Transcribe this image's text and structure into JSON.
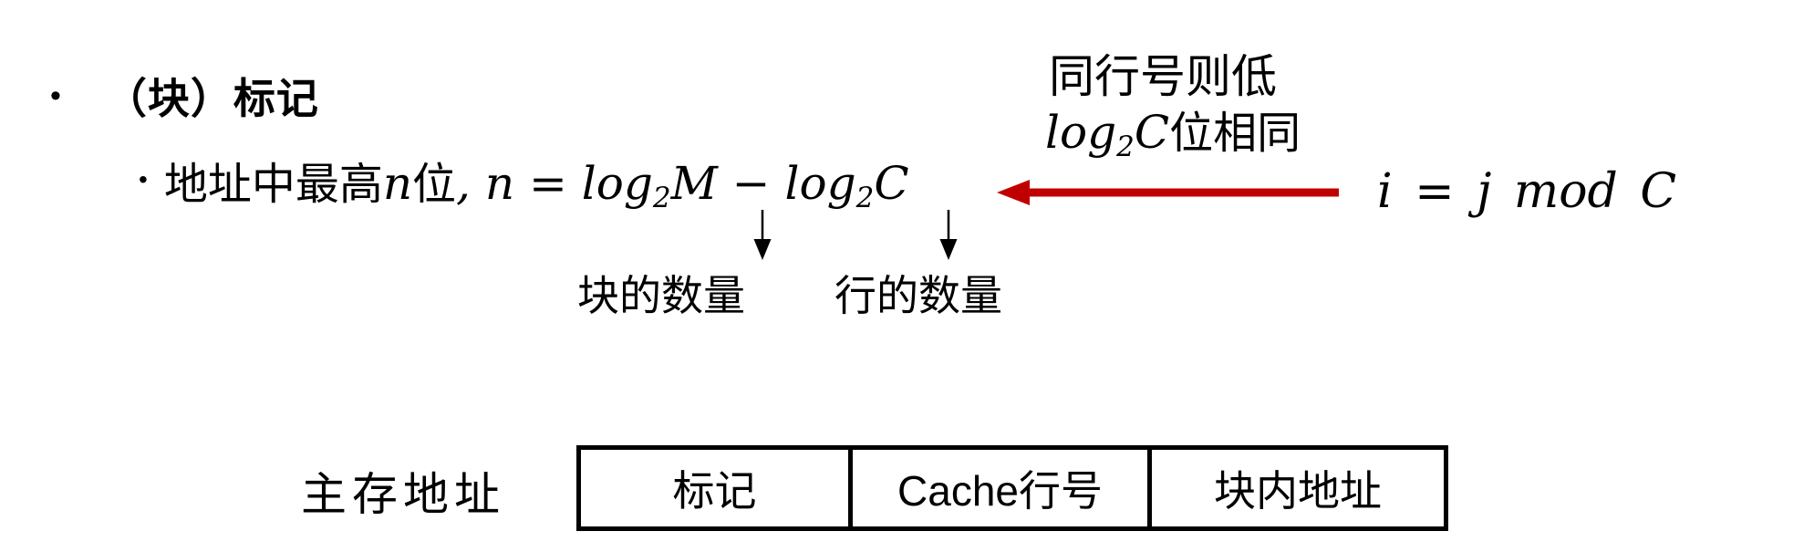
{
  "title": {
    "bullet": "•",
    "text": "（块）标记"
  },
  "formula_line": {
    "bullet": "•",
    "prefix": "地址中最高",
    "n_inline": "n",
    "wei": "位",
    "comma": ", ",
    "lhs": "n",
    "equals": " = ",
    "log1": "log",
    "sub1": "2",
    "m_var": "M",
    "minus": " − ",
    "log2": "log",
    "sub2": "2",
    "c_var": "C"
  },
  "under_labels": {
    "blocks": "块的数量",
    "lines": "行的数量"
  },
  "note": {
    "line1": "同行号则低",
    "log": "log",
    "sub": "2",
    "c_var": "C",
    "line2_suffix": "位相同"
  },
  "mod_formula": "i = j mod C",
  "address_row": {
    "label": "主存地址",
    "cells": [
      "标记",
      "Cache行号",
      "块内地址"
    ]
  },
  "colors": {
    "arrow_red": "#C00000",
    "text": "#000000",
    "background": "#FFFFFF"
  }
}
